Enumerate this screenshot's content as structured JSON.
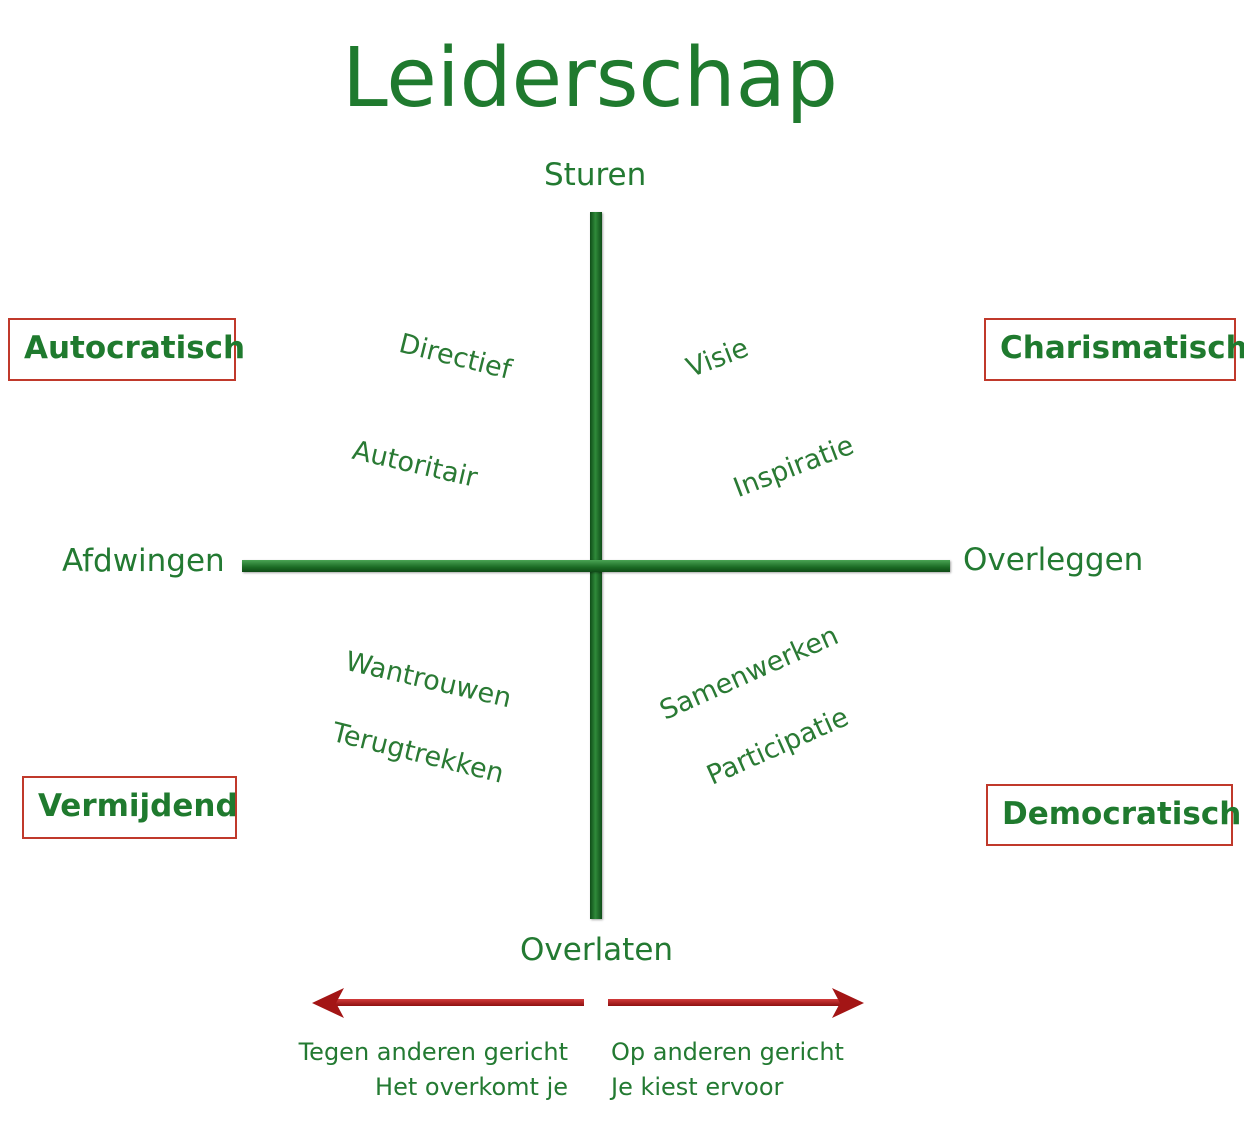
{
  "title": "Leiderschap",
  "axes": {
    "top": "Sturen",
    "bottom": "Overlaten",
    "left": "Afdwingen",
    "right": "Overleggen"
  },
  "styles": {
    "top_left": "Autocratisch",
    "top_right": "Charismatisch",
    "bottom_left": "Vermijdend",
    "bottom_right": "Democratisch"
  },
  "traits": {
    "top_left": [
      "Directief",
      "Autoritair"
    ],
    "top_right": [
      "Visie",
      "Inspiratie"
    ],
    "bottom_left": [
      "Wantrouwen",
      "Terugtrekken"
    ],
    "bottom_right": [
      "Samenwerken",
      "Participatie"
    ]
  },
  "orientation": {
    "left": [
      "Tegen anderen gericht",
      "Het overkomt je"
    ],
    "right": [
      "Op anderen gericht",
      "Je kiest ervoor"
    ]
  },
  "colors": {
    "text_green": "#1f7a2e",
    "axis_green": "#1b6b24",
    "box_border_red": "#c0392b",
    "arrow_red": "#a31515"
  }
}
